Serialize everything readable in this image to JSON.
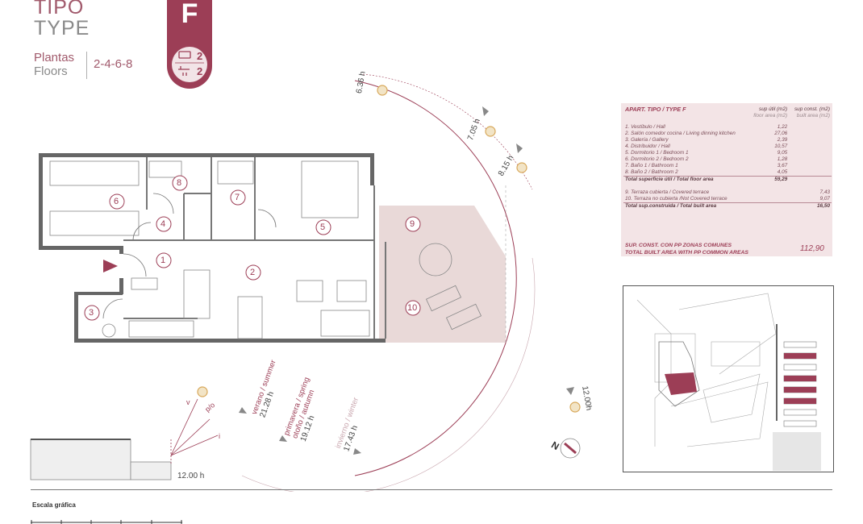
{
  "header": {
    "tipo": "TIPO",
    "type": "TYPE",
    "plantas": "Plantas",
    "floors": "Floors",
    "floor_numbers": "2-4-6-8",
    "badge_letter": "F",
    "bedrooms": "2",
    "bathrooms": "2"
  },
  "rooms": [
    "1",
    "2",
    "3",
    "4",
    "5",
    "6",
    "7",
    "8",
    "9",
    "10"
  ],
  "sun": {
    "times": [
      "6.36 h",
      "7.05 h",
      "8.15 h",
      "12.00h",
      "12.00 h"
    ],
    "seasons": [
      {
        "es": "verano / summer",
        "time": "21.28 h"
      },
      {
        "es": "primavera / spring",
        "en": "otoño / autumn",
        "time": "19.12 h"
      },
      {
        "es": "invierno / winter",
        "time": "17.43 h"
      }
    ],
    "section_labels": [
      "v",
      "p/o",
      "i"
    ]
  },
  "areas": {
    "title": "APART. TIPO / TYPE F",
    "col1_es": "sup útil (m2)",
    "col1_en": "floor area (m2)",
    "col2_es": "sup const. (m2)",
    "col2_en": "built area (m2)",
    "rows": [
      {
        "label": "1. Vestíbulo / Hall",
        "useful": "1,22"
      },
      {
        "label": "2. Salón comedor cocina / Living dinning kitchen",
        "useful": "27,06"
      },
      {
        "label": "3. Galería / Gallery",
        "useful": "2,39"
      },
      {
        "label": "4. Distribuidor / Hall",
        "useful": "10,57"
      },
      {
        "label": "5. Dormitorio 1 / Bedroom 1",
        "useful": "9,05"
      },
      {
        "label": "6. Dormitorio 2 / Bedroom 2",
        "useful": "1,28"
      },
      {
        "label": "7. Baño 1 / Bathroom 1",
        "useful": "3,67"
      },
      {
        "label": "8. Baño 2 / Bathroom 2",
        "useful": "4,05"
      }
    ],
    "total_useful_label": "Total superficie útil / Total floor area",
    "total_useful": "59,29",
    "terraces": [
      {
        "label": "9. Terraza cubierta / Covered terrace",
        "built": "7,43"
      },
      {
        "label": "10. Terraza no cubierta /Not Covered terrace",
        "built": "9,07"
      }
    ],
    "total_built_label": "Total sup.construida / Total built area",
    "total_built": "16,50",
    "pp_es": "SUP. CONST. CON PP ZONAS COMUNES",
    "pp_en": "TOTAL BUILT AREA WITH PP COMMON AREAS",
    "pp_value": "112,90"
  },
  "compass": {
    "label": "N"
  },
  "footer": {
    "scale_label": "Escala gráfica"
  },
  "colors": {
    "accent": "#9c3e56",
    "terrace": "#e9d9d8",
    "wall": "#666666"
  }
}
